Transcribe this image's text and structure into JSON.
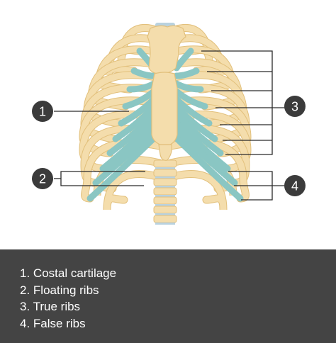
{
  "colors": {
    "bone": "#f4ddac",
    "bone_outline": "#e2c07c",
    "cartilage": "#8ac6c3",
    "vertebra_disc": "#b9d2df",
    "leader_line": "#2a2a2a",
    "marker_fill": "#3b3b3b",
    "legend_bg": "#444444",
    "legend_text": "#ffffff"
  },
  "markers": [
    {
      "id": "1",
      "label": "1"
    },
    {
      "id": "2",
      "label": "2"
    },
    {
      "id": "3",
      "label": "3"
    },
    {
      "id": "4",
      "label": "4"
    }
  ],
  "legend": [
    {
      "num": "1.",
      "text": "Costal cartilage"
    },
    {
      "num": "2.",
      "text": "Floating ribs"
    },
    {
      "num": "3.",
      "text": "True ribs"
    },
    {
      "num": "4.",
      "text": "False ribs"
    }
  ]
}
